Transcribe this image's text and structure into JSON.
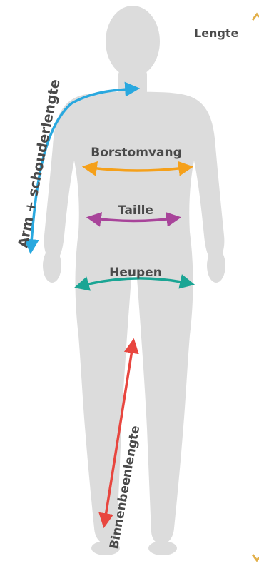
{
  "labels": {
    "length": "Lengte",
    "arm_shoulder": "Arm + schouderlengte",
    "chest": "Borstomvang",
    "waist": "Taille",
    "hips": "Heupen",
    "inseam": "Binnenbeenlengte"
  },
  "colors": {
    "figure": "#dcdcdc",
    "text": "#4a4a4a",
    "arm_shoulder": "#29a8df",
    "chest": "#f5a01a",
    "waist": "#a8449a",
    "hips": "#1aa594",
    "inseam": "#e8463f",
    "length": "#e2b04a"
  }
}
